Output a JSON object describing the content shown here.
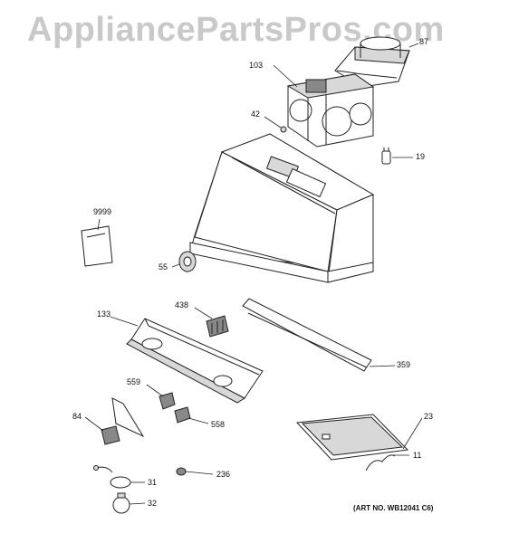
{
  "watermark": "AppliancePartsPros.com",
  "art_number": "(ART NO. WB12041 C6)",
  "parts": [
    {
      "id": "87"
    },
    {
      "id": "103"
    },
    {
      "id": "42"
    },
    {
      "id": "19"
    },
    {
      "id": "9999"
    },
    {
      "id": "55"
    },
    {
      "id": "438"
    },
    {
      "id": "133"
    },
    {
      "id": "359"
    },
    {
      "id": "559"
    },
    {
      "id": "558"
    },
    {
      "id": "84"
    },
    {
      "id": "23"
    },
    {
      "id": "11"
    },
    {
      "id": "31"
    },
    {
      "id": "236"
    },
    {
      "id": "32"
    }
  ]
}
